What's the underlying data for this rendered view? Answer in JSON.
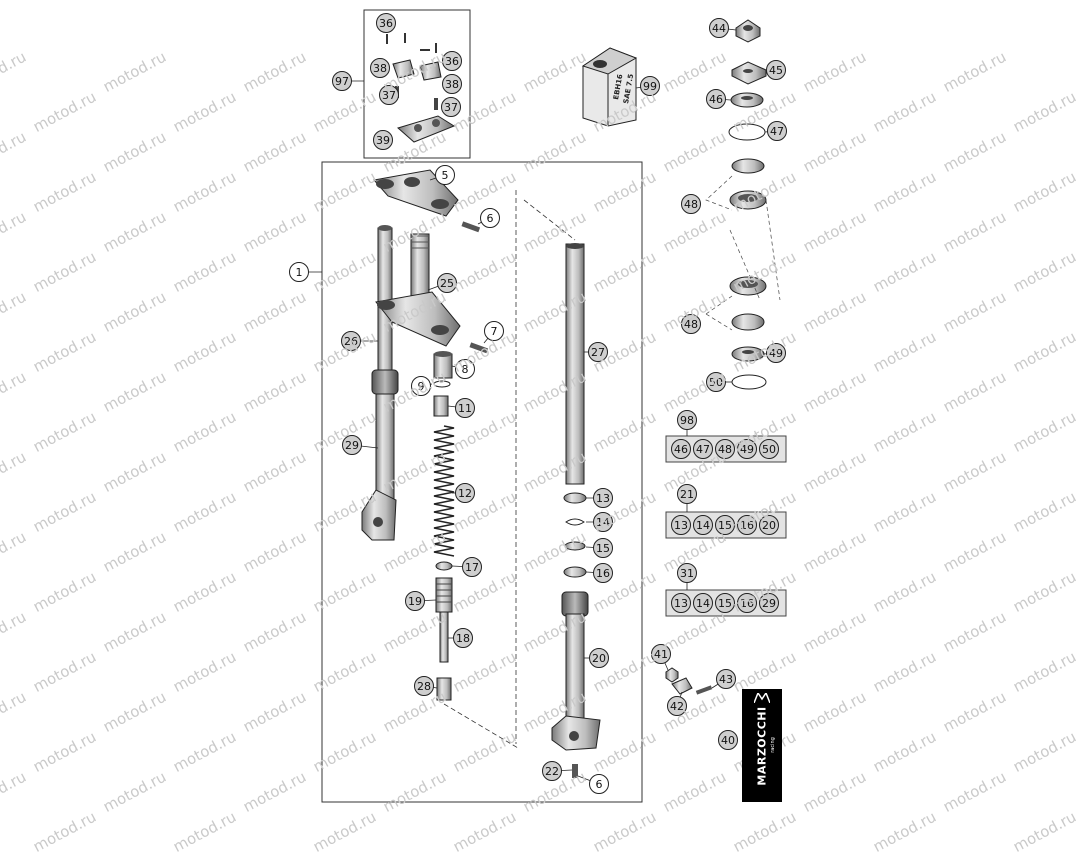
{
  "watermark": "motod.ru",
  "oil_label_line1": "EBH16",
  "oil_label_line2": "SAE 7.5",
  "logo": {
    "brand": "MARZOCCHI",
    "tagline": "racing"
  },
  "callouts": [
    "1",
    "5",
    "6",
    "7",
    "8",
    "9",
    "11",
    "12",
    "13",
    "14",
    "15",
    "16",
    "17",
    "18",
    "19",
    "20",
    "21",
    "22",
    "25",
    "26",
    "27",
    "28",
    "29",
    "31",
    "36",
    "37",
    "38",
    "39",
    "40",
    "41",
    "42",
    "43",
    "44",
    "45",
    "46",
    "47",
    "48",
    "49",
    "50",
    "97",
    "98",
    "99"
  ],
  "kits": [
    {
      "number": "98",
      "contents": [
        "46",
        "47",
        "48",
        "49",
        "50"
      ]
    },
    {
      "number": "21",
      "contents": [
        "13",
        "14",
        "15",
        "16",
        "20"
      ]
    },
    {
      "number": "31",
      "contents": [
        "13",
        "14",
        "15",
        "16",
        "29"
      ]
    }
  ]
}
